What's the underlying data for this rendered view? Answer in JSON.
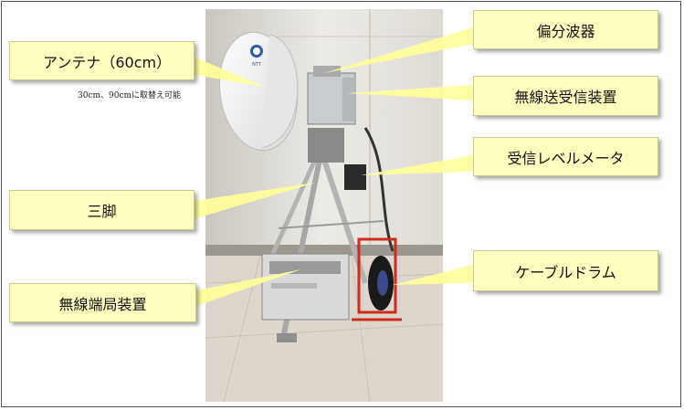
{
  "labels": {
    "antenna": "アンテナ（60cm）",
    "antenna_note": "30cm、90cmに取替え可能",
    "tripod": "三脚",
    "terminal": "無線端局装置",
    "polarizer": "偏分波器",
    "transceiver": "無線送受信装置",
    "level_meter": "受信レベルメータ",
    "cable_drum": "ケーブルドラム"
  },
  "antenna_logo": "NTT",
  "colors": {
    "callout_fill": "#ffffc0",
    "callout_border": "#c8c890",
    "leader": "#ffff99",
    "dish": "#f2f2f2",
    "wall": "#e9e7e2",
    "floor": "#dcd6cc",
    "drum_red": "#d22a1c"
  }
}
